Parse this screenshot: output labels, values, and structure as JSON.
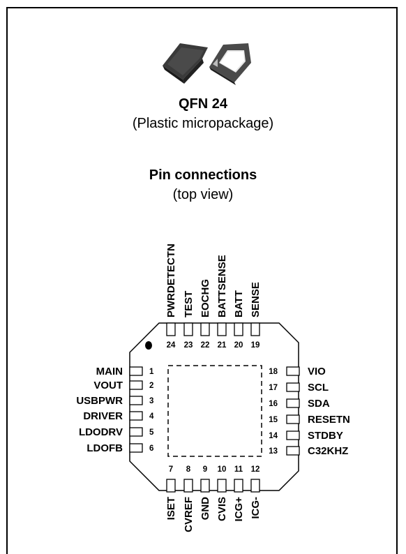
{
  "package": {
    "name": "QFN 24",
    "type": "(Plastic micropackage)"
  },
  "pin_connections": {
    "title": "Pin connections",
    "subtitle": "(top view)"
  },
  "pins": {
    "left": [
      {
        "num": "1",
        "name": "MAIN"
      },
      {
        "num": "2",
        "name": "VOUT"
      },
      {
        "num": "3",
        "name": "USBPWR"
      },
      {
        "num": "4",
        "name": "DRIVER"
      },
      {
        "num": "5",
        "name": "LDODRV"
      },
      {
        "num": "6",
        "name": "LDOFB"
      }
    ],
    "bottom": [
      {
        "num": "7",
        "name": "ISET"
      },
      {
        "num": "8",
        "name": "CVREF"
      },
      {
        "num": "9",
        "name": "GND"
      },
      {
        "num": "10",
        "name": "CVIS"
      },
      {
        "num": "11",
        "name": "ICG+"
      },
      {
        "num": "12",
        "name": "ICG-"
      }
    ],
    "right": [
      {
        "num": "13",
        "name": "C32KHZ"
      },
      {
        "num": "14",
        "name": "STDBY"
      },
      {
        "num": "15",
        "name": "RESETN"
      },
      {
        "num": "16",
        "name": "SDA"
      },
      {
        "num": "17",
        "name": "SCL"
      },
      {
        "num": "18",
        "name": "VIO"
      }
    ],
    "top": [
      {
        "num": "19",
        "name": "SENSE"
      },
      {
        "num": "20",
        "name": "BATT"
      },
      {
        "num": "21",
        "name": "BATTSENSE"
      },
      {
        "num": "22",
        "name": "EOCHG"
      },
      {
        "num": "23",
        "name": "TEST"
      },
      {
        "num": "24",
        "name": "PWRDETECTN"
      }
    ]
  }
}
